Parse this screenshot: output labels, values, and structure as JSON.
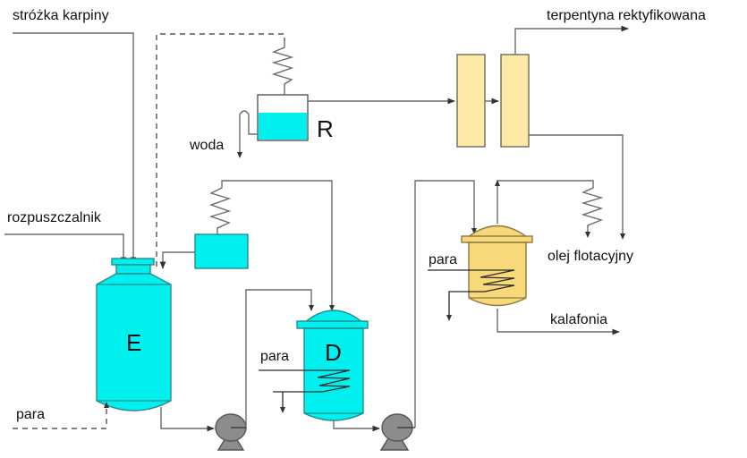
{
  "diagram": {
    "title": "Schemat ekstrakcji terpentyny i kalafonii ze strużki karpiny",
    "labels": {
      "stroza": "stróżka karpiny",
      "rozpuszczalnik": "rozpuszczalnik",
      "para_E": "para",
      "para_D": "para",
      "para_K": "para",
      "woda": "woda",
      "terpentyna": "terpentyna rektyfikowana",
      "olej": "olej flotacyjny",
      "kalafonia": "kalafonia"
    },
    "units": {
      "E": "E",
      "D": "D",
      "R": "R"
    },
    "colors": {
      "teal": "#00f0f0",
      "column_yellow": "#ffe9a6",
      "vessel_yellow": "#f9d87a",
      "pump_gray": "#8c8c8c",
      "pipe_gray": "#6b6b6b"
    }
  }
}
